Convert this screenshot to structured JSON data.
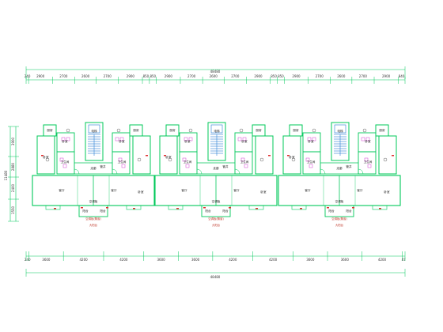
{
  "top_dims": {
    "total": "48480",
    "segments": [
      "240",
      "2900",
      "2700",
      "2600",
      "2700",
      "2900",
      "850",
      "850",
      "2900",
      "2700",
      "2600",
      "2700",
      "2900",
      "850",
      "850",
      "2900",
      "2700",
      "2600",
      "2700",
      "2900",
      "840"
    ]
  },
  "bottom_dims": {
    "total": "48480",
    "segments": [
      "240",
      "3600",
      "4200",
      "4200",
      "3600",
      "3600",
      "4200",
      "4200",
      "3600",
      "3600",
      "4200",
      "47"
    ]
  },
  "left_dims": [
    "3900",
    "2880",
    "2400",
    "1550"
  ],
  "left_total": "11480",
  "units": [
    {
      "rooms": [
        "厨房",
        "卧室",
        "卧室",
        "厨房",
        "卫生间",
        "卫生间",
        "卧室",
        "客厅",
        "客厅",
        "卧室",
        "阳台",
        "阳台"
      ],
      "labels": [
        "电梯",
        "走廊",
        "管井",
        "空调板",
        "空调板(飘窗)",
        "大阳台"
      ]
    },
    {
      "rooms": [
        "厨房",
        "卧室",
        "卧室",
        "厨房",
        "卫生间",
        "卫生间",
        "卧室",
        "客厅",
        "客厅",
        "卧室",
        "阳台",
        "阳台"
      ],
      "labels": [
        "电梯",
        "走廊",
        "管井",
        "空调板",
        "空调板(飘窗)",
        "大阳台"
      ]
    },
    {
      "rooms": [
        "厨房",
        "卧室",
        "卧室",
        "厨房",
        "卫生间",
        "卫生间",
        "卧室",
        "客厅",
        "客厅",
        "卧室",
        "阳台",
        "阳台"
      ],
      "labels": [
        "电梯",
        "走廊",
        "管井",
        "空调板",
        "空调板(飘窗)",
        "大阳台"
      ]
    }
  ],
  "colors": {
    "wall": "#00c85a",
    "dim": "#3a3a3a",
    "stair": "#2a7fd4",
    "fixture": "#d040d0",
    "accent": "#e03030",
    "fill": "#ffffff"
  }
}
